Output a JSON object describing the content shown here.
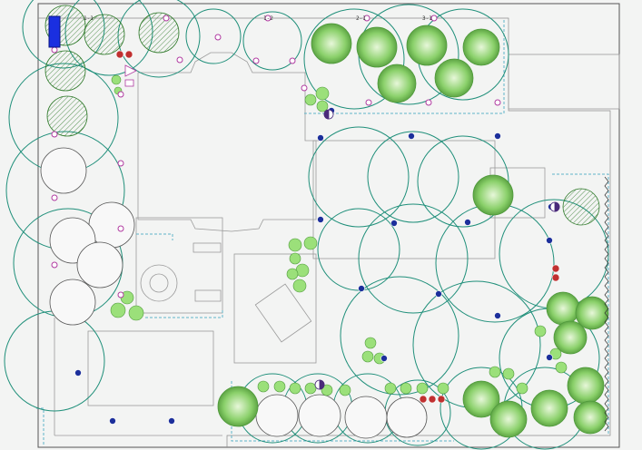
{
  "plan": {
    "colors": {
      "background": "#f3f4f3",
      "property_line": "#555555",
      "building_line": "#9a9a9a",
      "spray_arc": "#1f8f7a",
      "tree_green": "#8ad06a",
      "tree_green_dark": "#4f9a3c",
      "head_blue": "#1c2f9b",
      "head_magenta": "#b03aa0",
      "valve_red": "#c03030",
      "controller_blue": "#1a2fe0",
      "drip_line": "#5fb3c8"
    },
    "legend_labels": {
      "rotor_head": "1-1",
      "spray_head": "1-2",
      "zone_2": "2-1",
      "zone_3": "3-1"
    }
  }
}
